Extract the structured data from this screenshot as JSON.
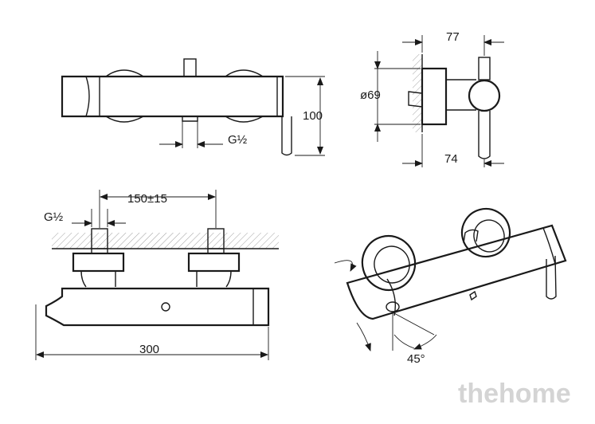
{
  "dimensions": {
    "top_depth": "77",
    "diameter": "ø69",
    "height": "100",
    "bottom_depth": "74",
    "thread_top": "G½",
    "thread_front": "G½",
    "spacing": "150±15",
    "length": "300",
    "rotation": "45°"
  },
  "watermark": "thehome"
}
